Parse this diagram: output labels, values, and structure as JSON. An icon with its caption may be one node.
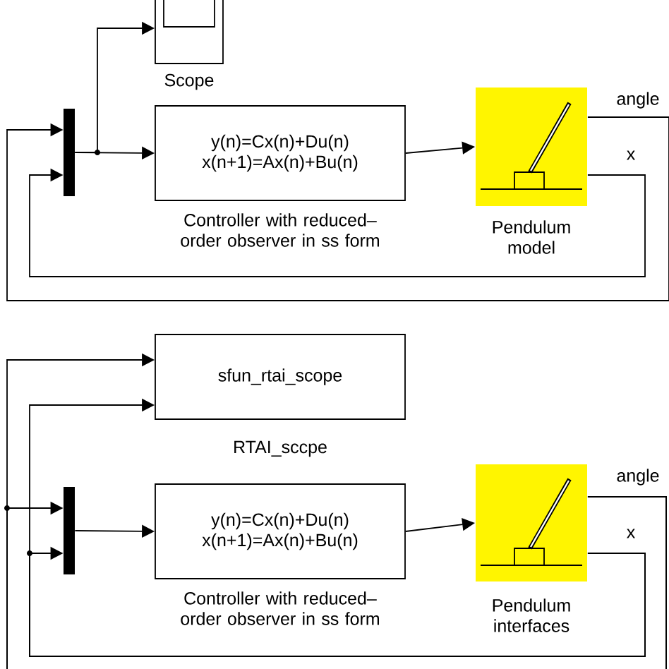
{
  "diagram": {
    "nodes": [
      {
        "text": [],
        "shape": "box",
        "beside": [
          "Scope"
        ]
      },
      {
        "text": [],
        "shape": "bar"
      },
      {
        "text": [
          "y(n)=Cx(n)+Du(n) x(n+1)=Ax(n)+Bu(n)"
        ],
        "beside": [
          "Controller with reduced–order observer in ss form"
        ]
      },
      {
        "text": [],
        "shape": "box",
        "beside": [
          "Pendulum model"
        ]
      },
      {
        "text": [
          "sfun_rtai_scope"
        ],
        "beside": [
          "RTAI_sccpe"
        ]
      },
      {
        "text": [],
        "shape": "bar"
      },
      {
        "text": [
          "y(n)=Cx(n)+Du(n) x(n+1)=Ax(n)+Bu(n)"
        ],
        "beside": [
          "Controller with reduced–order observer in ss form"
        ]
      },
      {
        "text": [],
        "shape": "box",
        "beside": [
          "Pendulum interfaces"
        ]
      }
    ],
    "edges": [
      {
        "from": 1,
        "to": 0,
        "arrow": "to"
      },
      {
        "from": 1,
        "to": 2,
        "arrow": "to"
      },
      {
        "from": 2,
        "to": 3,
        "arrow": "to"
      },
      {
        "from": 3,
        "to": 1,
        "arrow": "to"
      },
      {
        "from": 3,
        "to": 1,
        "arrow": "to"
      },
      {
        "from": 5,
        "to": 6,
        "arrow": "to"
      },
      {
        "from": 6,
        "to": 7,
        "arrow": "to"
      },
      {
        "from": 7,
        "to": 5,
        "arrow": "to"
      },
      {
        "from": 7,
        "to": 4,
        "arrow": "to"
      },
      {
        "from": 7,
        "to": 5,
        "arrow": "to"
      },
      {
        "from": 7,
        "to": 4,
        "arrow": "to"
      }
    ],
    "labels": [
      "angle",
      "x",
      "angle",
      "x"
    ]
  }
}
